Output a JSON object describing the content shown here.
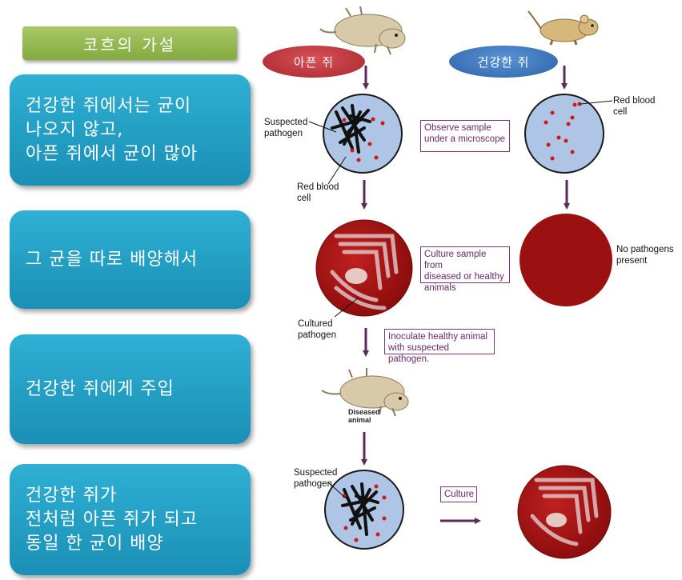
{
  "title": "코흐의 가설",
  "steps": [
    "건강한 쥐에서는 균이\n나오지 않고,\n아픈 쥐에서 균이 많아",
    "그 균을 따로 배양해서",
    "건강한 쥐에게 주입",
    "건강한 쥐가\n전처럼 아픈 쥐가 되고\n동일 한 균이 배양"
  ],
  "sick_mouse_label": "아픈 쥐",
  "healthy_mouse_label": "건강한 쥐",
  "labels": {
    "suspected_pathogen": "Suspected\npathogen",
    "red_blood_cell_left": "Red blood\ncell",
    "red_blood_cell_right": "Red blood\ncell",
    "cultured_pathogen": "Cultured\npathogen",
    "no_pathogens": "No pathogens\npresent",
    "diseased_animal": "Diseased\nanimal",
    "suspected_pathogen_bottom": "Suspected\npathogen"
  },
  "boxes": {
    "observe": "Observe sample\nunder a microscope",
    "culture_sample": "Culture sample from\ndiseased or healthy\nanimals",
    "inoculate": "Inoculate healthy animal\nwith suspected pathogen.",
    "culture": "Culture"
  },
  "colors": {
    "step_blue": "#1f98bf",
    "title_green": "#94b852",
    "sick_pill": "#c0393f",
    "healthy_pill": "#3f78c0",
    "arrow_purple": "#5a2a5a",
    "blood_red": "#9b1010",
    "slide_blue": "#aec5e6"
  }
}
